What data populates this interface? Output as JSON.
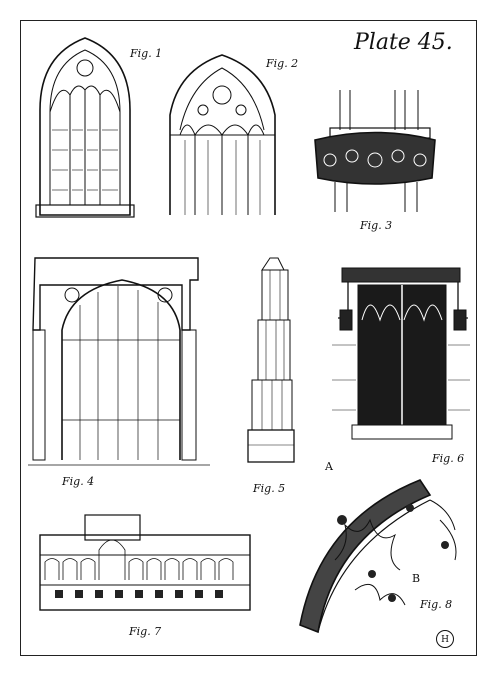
{
  "plate": {
    "title": "Plate 45.",
    "monogram": "H"
  },
  "figures": [
    {
      "id": "fig1",
      "label": "Fig. 1"
    },
    {
      "id": "fig2",
      "label": "Fig. 2"
    },
    {
      "id": "fig3",
      "label": "Fig. 3"
    },
    {
      "id": "fig4",
      "label": "Fig. 4"
    },
    {
      "id": "fig5",
      "label": "Fig. 5"
    },
    {
      "id": "fig6",
      "label": "Fig. 6"
    },
    {
      "id": "fig7",
      "label": "Fig. 7"
    },
    {
      "id": "fig8",
      "label": "Fig. 8"
    }
  ],
  "callouts": {
    "a": "A",
    "b": "B"
  },
  "colors": {
    "ink": "#111111",
    "paper": "#ffffff"
  }
}
